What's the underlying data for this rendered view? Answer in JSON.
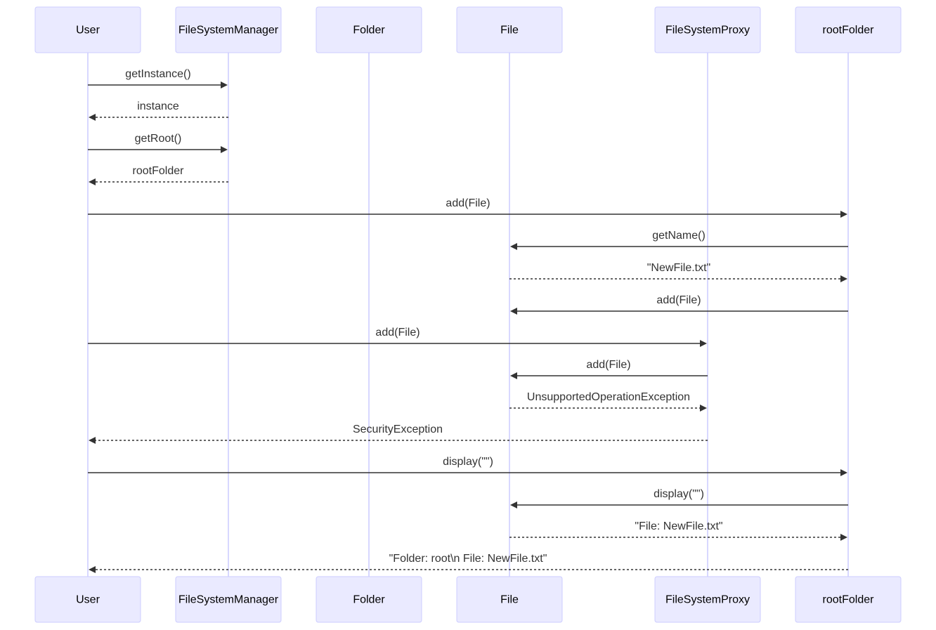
{
  "diagram": {
    "type": "sequence",
    "participants": [
      "User",
      "FileSystemManager",
      "Folder",
      "File",
      "FileSystemProxy",
      "rootFolder"
    ],
    "messages": [
      {
        "from": "User",
        "to": "FileSystemManager",
        "label": "getInstance()",
        "style": "solid"
      },
      {
        "from": "FileSystemManager",
        "to": "User",
        "label": "instance",
        "style": "dashed"
      },
      {
        "from": "User",
        "to": "FileSystemManager",
        "label": "getRoot()",
        "style": "solid"
      },
      {
        "from": "FileSystemManager",
        "to": "User",
        "label": "rootFolder",
        "style": "dashed"
      },
      {
        "from": "User",
        "to": "rootFolder",
        "label": "add(File)",
        "style": "solid"
      },
      {
        "from": "rootFolder",
        "to": "File",
        "label": "getName()",
        "style": "solid"
      },
      {
        "from": "File",
        "to": "rootFolder",
        "label": "\"NewFile.txt\"",
        "style": "dashed"
      },
      {
        "from": "rootFolder",
        "to": "File",
        "label": "add(File)",
        "style": "solid"
      },
      {
        "from": "User",
        "to": "FileSystemProxy",
        "label": "add(File)",
        "style": "solid"
      },
      {
        "from": "FileSystemProxy",
        "to": "File",
        "label": "add(File)",
        "style": "solid"
      },
      {
        "from": "File",
        "to": "FileSystemProxy",
        "label": "UnsupportedOperationException",
        "style": "dashed"
      },
      {
        "from": "FileSystemProxy",
        "to": "User",
        "label": "SecurityException",
        "style": "dashed"
      },
      {
        "from": "User",
        "to": "rootFolder",
        "label": "display(\"\")",
        "style": "solid"
      },
      {
        "from": "rootFolder",
        "to": "File",
        "label": "display(\"\")",
        "style": "solid"
      },
      {
        "from": "File",
        "to": "rootFolder",
        "label": "\"File: NewFile.txt\"",
        "style": "dashed"
      },
      {
        "from": "rootFolder",
        "to": "User",
        "label": "\"Folder: root\\n File: NewFile.txt\"",
        "style": "dashed"
      }
    ]
  }
}
